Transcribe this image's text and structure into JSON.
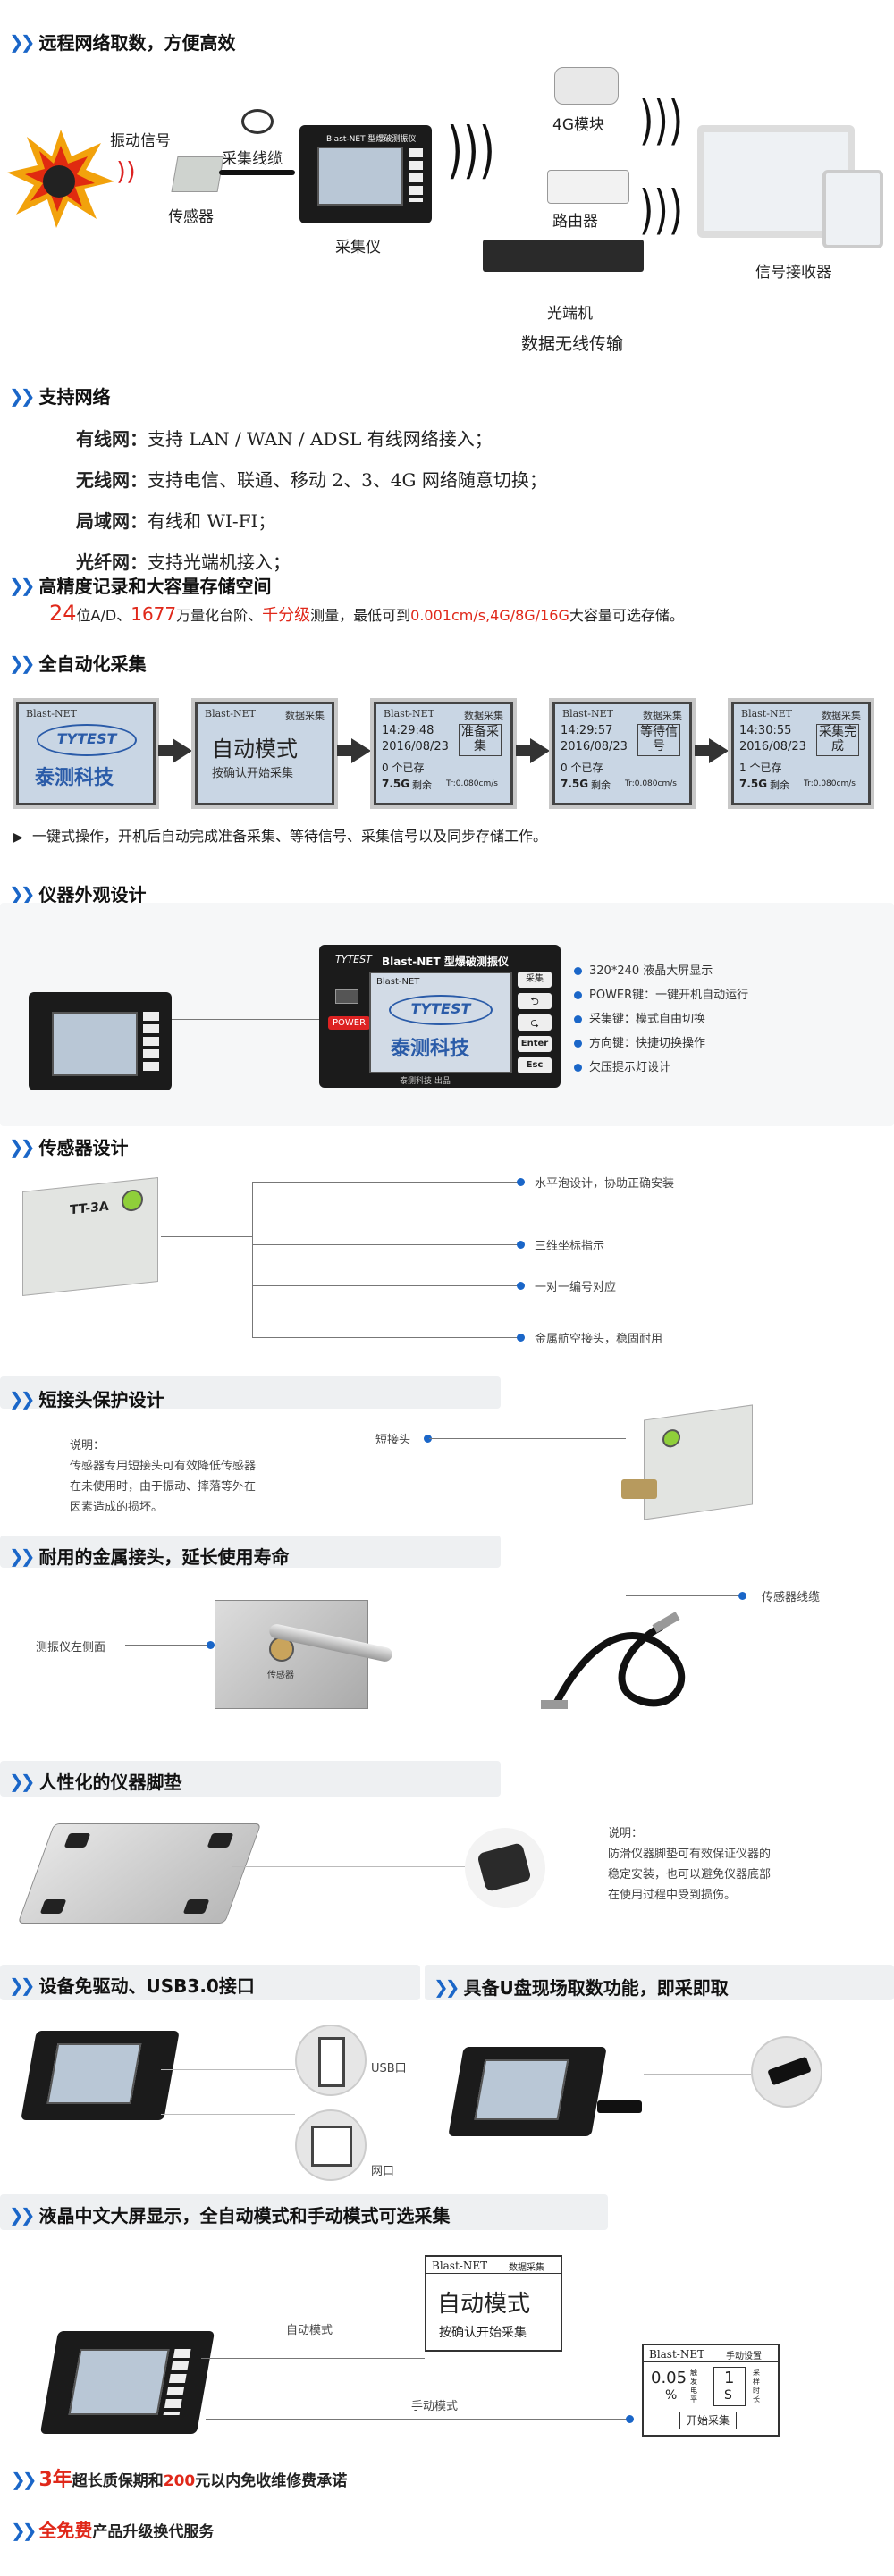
{
  "sections": {
    "s1": "远程网络取数，方便高效",
    "s2": "支持网络",
    "s3": "高精度记录和大容量存储空间",
    "s4": "全自动化采集",
    "s5": "仪器外观设计",
    "s6": "传感器设计",
    "s7": "短接头保护设计",
    "s8": "耐用的金属接头，延长使用寿命",
    "s9": "人性化的仪器脚垫",
    "s10": "设备免驱动、USB3.0接口",
    "s11": "具备U盘现场取数功能，即采即取",
    "s12": "液晶中文大屏显示，全自动模式和手动模式可选采集"
  },
  "network_diagram": {
    "vibration": "振动信号",
    "sensor": "传感器",
    "cable": "采集线缆",
    "recorder": "采集仪",
    "module4g": "4G模块",
    "router": "路由器",
    "optical": "光端机",
    "wireless": "数据无线传输",
    "receiver": "信号接收器",
    "device_title": "Blast-NET 型爆破测振仪"
  },
  "networks": [
    {
      "name": "有线网：",
      "desc": "支持 LAN / WAN / ADSL 有线网络接入；"
    },
    {
      "name": "无线网：",
      "desc": "支持电信、联通、移动 2、3、4G 网络随意切换；"
    },
    {
      "name": "局域网：",
      "desc": "有线和 WI-FI；"
    },
    {
      "name": "光纤网：",
      "desc": "支持光端机接入；"
    }
  ],
  "precision": {
    "p1": "24",
    "p2": "位A/D、",
    "p3": "1677",
    "p4": "万量化台阶、",
    "p5": "千分级",
    "p6": "测量，最低可到",
    "p7": "0.001cm/s,4G/8G/16G",
    "p8": "大容量可选存储。"
  },
  "auto_panels": {
    "brand": "Blast-NET",
    "logo": "TYTEST",
    "company": "泰测科技",
    "mode_tag": "数据采集",
    "auto_mode": "自动模式",
    "press_confirm": "按确认开始采集",
    "times": [
      "14:29:48",
      "14:29:57",
      "14:30:55"
    ],
    "date": "2016/08/23",
    "states": [
      "准备采集",
      "等待信号",
      "采集完成"
    ],
    "counts": [
      "0 个已存",
      "0 个已存",
      "1 个已存"
    ],
    "capacity": "7.5G",
    "remain": "剩余",
    "trig": "Tr:0.080cm/s",
    "note": "一键式操作，开机后自动完成准备采集、等待信号、采集信号以及同步存储工作。"
  },
  "appearance": {
    "brand_line": "Blast-NET 型爆破测振仪",
    "logo": "TYTEST",
    "company": "泰测科技",
    "footer": "泰测科技 出品",
    "power": "POWER",
    "buttons": [
      "采集",
      "Enter",
      "Esc"
    ],
    "features": [
      "320*240 液晶大屏显示",
      "POWER键：一键开机自动运行",
      "采集键：模式自由切换",
      "方向键：快捷切换操作",
      "欠压提示灯设计"
    ]
  },
  "sensor_design": {
    "tag": "TT-3A",
    "callouts": [
      "水平泡设计，协助正确安装",
      "三维坐标指示",
      "一对一编号对应",
      "金属航空接头，稳固耐用"
    ]
  },
  "short_joint": {
    "desc": [
      "说明：",
      "传感器专用短接头可有效降低传感器",
      "在未使用时，由于振动、摔落等外在",
      "因素造成的损坏。"
    ],
    "label": "短接头"
  },
  "metal_joint": {
    "left_label": "测振仪左侧面",
    "right_label": "传感器线缆",
    "port_tag": "传感器"
  },
  "foot_pad": {
    "desc": [
      "说明：",
      "防滑仪器脚垫可有效保证仪器的",
      "稳定安装，也可以避免仪器底部",
      "在使用过程中受到损伤。"
    ]
  },
  "usb": {
    "usb_label": "USB口",
    "net_label": "网口"
  },
  "display": {
    "auto_label": "自动模式",
    "manual_label": "手动模式",
    "brand": "Blast-NET",
    "tag_auto": "数据采集",
    "tag_manual": "手动设置",
    "auto_mode": "自动模式",
    "press_confirm": "按确认开始采集",
    "val1": "0.05",
    "unit1": "%",
    "val2": "1",
    "unit2": "S",
    "sub1": "触发电平",
    "sub2": "采样时长",
    "start": "开始采集"
  },
  "footer": {
    "w1a": "3年",
    "w1b": "超长质保期和",
    "w1c": "200",
    "w1d": "元以内免收维修费承诺",
    "w2a": "全免费",
    "w2b": "产品升级换代服务"
  }
}
